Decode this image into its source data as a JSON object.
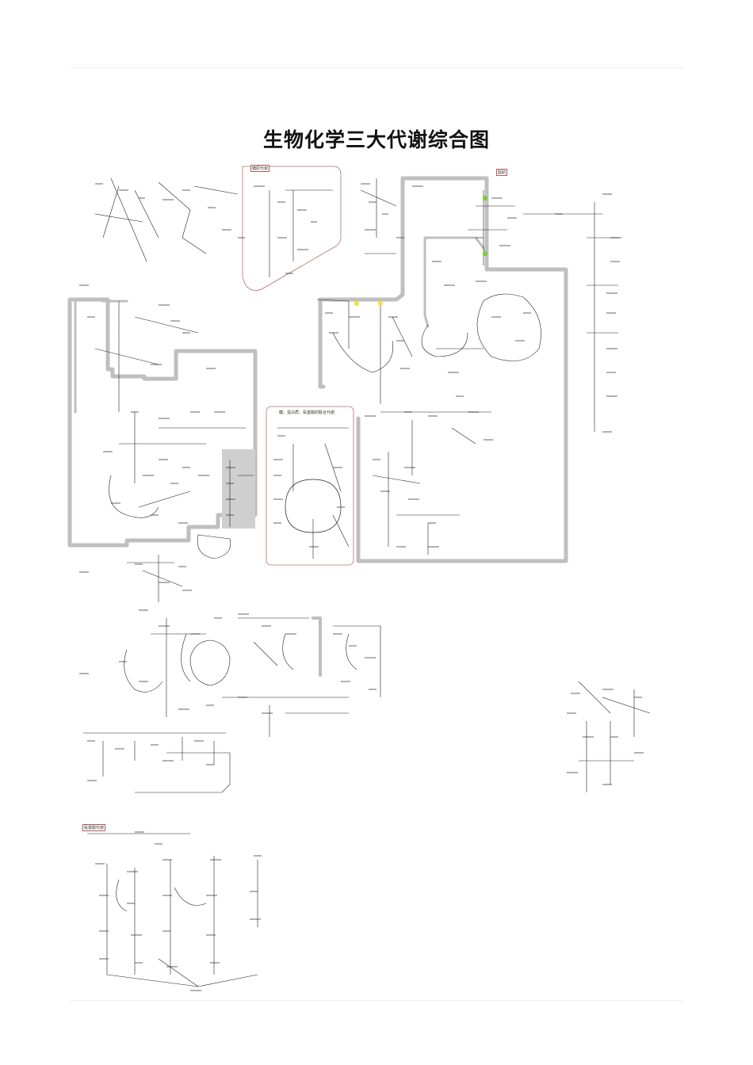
{
  "document": {
    "title": "生物化学三大代谢综合图"
  },
  "colors": {
    "pathway_gray": "#bfbfbf",
    "region_outline": "#b56b6b",
    "shaded_region": "#cfcfcf",
    "node_green": "#7ccf3a",
    "node_yellow": "#f2e24a",
    "ink": "#222222"
  },
  "diagram": {
    "region_labels": {
      "top_center": "糖原代谢",
      "center_box": "糖、蛋白质、氨基酸的联合代谢",
      "lower_left": "氨基酸代谢",
      "right_top": "脂肪"
    }
  }
}
